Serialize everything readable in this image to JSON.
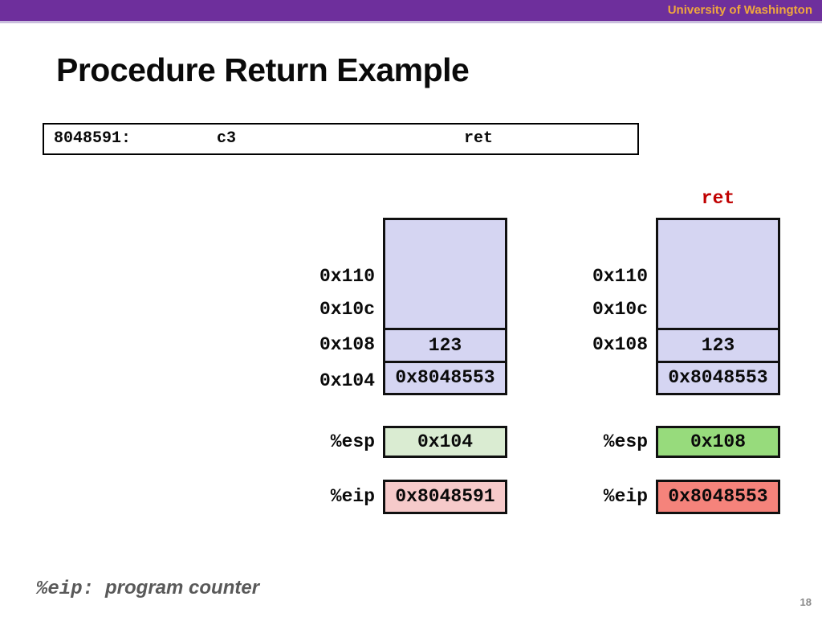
{
  "header": {
    "institution": "University of Washington"
  },
  "title": "Procedure Return Example",
  "page_number": "18",
  "instruction": {
    "address": "8048591:",
    "bytes": "c3",
    "mnemonic": "ret"
  },
  "diagrams": {
    "before": {
      "stack_labels": [
        "0x110",
        "0x10c",
        "0x108",
        "0x104"
      ],
      "stack_cells": [
        "123",
        "0x8048553"
      ],
      "esp": {
        "name": "%esp",
        "value": "0x104"
      },
      "eip": {
        "name": "%eip",
        "value": "0x8048591"
      }
    },
    "after": {
      "annotation": "ret",
      "stack_labels": [
        "0x110",
        "0x10c",
        "0x108"
      ],
      "stack_cells": [
        "123",
        "0x8048553"
      ],
      "esp": {
        "name": "%esp",
        "value": "0x108"
      },
      "eip": {
        "name": "%eip",
        "value": "0x8048553"
      }
    }
  },
  "footer": {
    "term": "%eip:",
    "description": "program counter"
  },
  "colors": {
    "header_purple": "#6E2F9C",
    "header_accent": "#C9BEDD",
    "header_gold": "#EFA73E",
    "stack_fill": "#D5D5F2",
    "esp_before_fill": "#DAECD2",
    "esp_after_fill": "#97DB7C",
    "eip_before_fill": "#F6CACA",
    "eip_after_fill": "#F5837B",
    "ret_red": "#C00000",
    "note_gray": "#595959"
  }
}
